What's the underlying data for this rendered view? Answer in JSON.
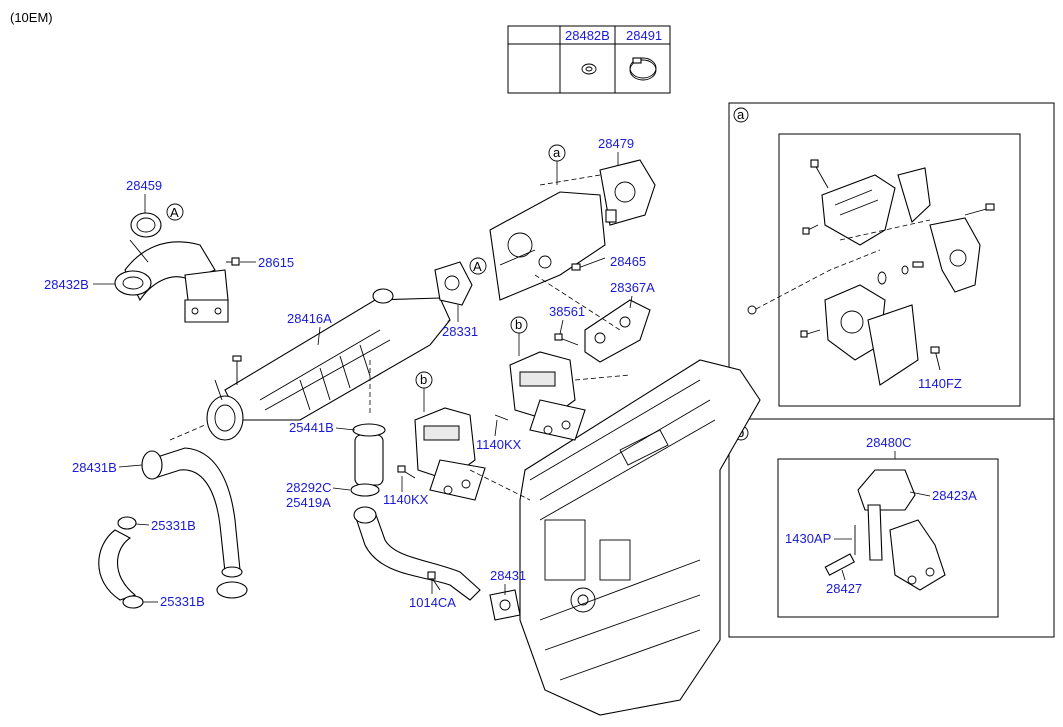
{
  "model_code": "(10EM)",
  "table": {
    "headers": [
      "28482B",
      "28491"
    ]
  },
  "callouts": {
    "a": "a",
    "b": "b",
    "A": "A"
  },
  "labels": {
    "p28459": "28459",
    "p28432B": "28432B",
    "p28615": "28615",
    "p28416A": "28416A",
    "p28331": "28331",
    "p28479": "28479",
    "p28465": "28465",
    "p28367A": "28367A",
    "p38561": "38561",
    "p25441B": "25441B",
    "p28431B": "28431B",
    "p1140KX_1": "1140KX",
    "p1140KX_2": "1140KX",
    "p28292C": "28292C",
    "p25419A": "25419A",
    "p25331B_1": "25331B",
    "p25331B_2": "25331B",
    "p28431": "28431",
    "p1014CA": "1014CA",
    "p1140FZ": "1140FZ",
    "p28480C": "28480C",
    "p28423A": "28423A",
    "p1430AP": "1430AP",
    "p28427": "28427"
  },
  "colors": {
    "label": "#1a1ad6",
    "line": "#000000",
    "background": "#ffffff"
  }
}
